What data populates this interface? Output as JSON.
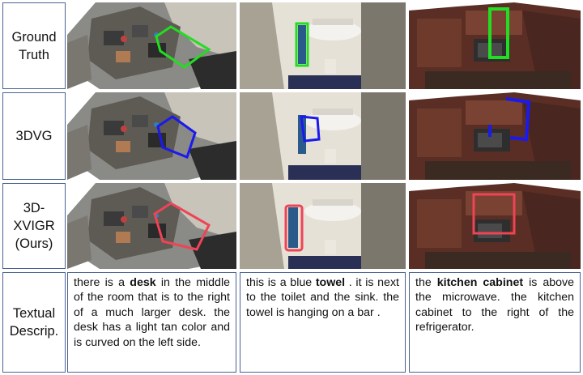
{
  "row_labels": [
    {
      "text": "Ground\nTruth"
    },
    {
      "text": "3DVG"
    },
    {
      "text": "3D-\nXVIGR\n(Ours)"
    },
    {
      "text": "Textual\nDescrip."
    }
  ],
  "descriptions": [
    {
      "pre": "there is a ",
      "keyword": "desk",
      "post": " in the middle of the room that is to the right of a much larger desk. the desk has a light tan color and is curved on the left side."
    },
    {
      "pre": "this is a blue ",
      "keyword": "towel",
      "post": " .  it is next to the toilet  and the sink.  the towel is hanging on a bar ."
    },
    {
      "pre": "the  ",
      "keyword": "kitchen  cabinet",
      "post": "  is above the microwave. the kitchen cabinet to the right of the refrigerator."
    }
  ],
  "colors": {
    "ground_truth_box": "#22dd22",
    "3dvg_box": "#1a1aee",
    "ours_box": "#ee4455",
    "border": "#4a6291"
  }
}
